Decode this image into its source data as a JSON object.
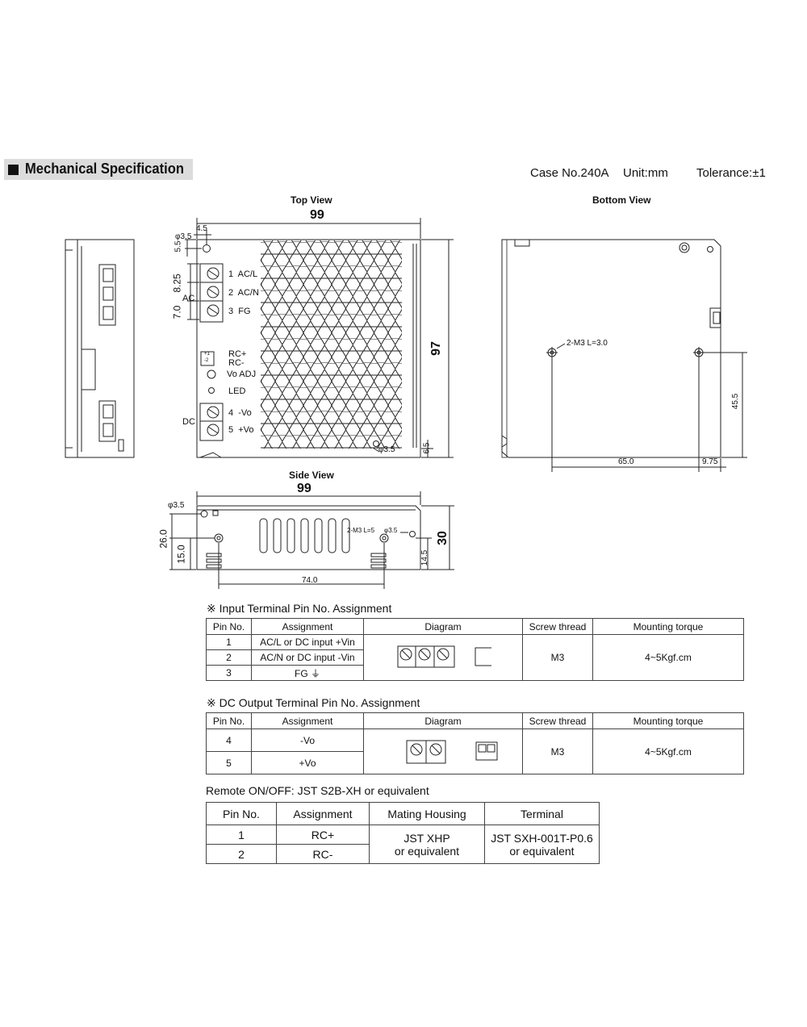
{
  "header": {
    "title": "Mechanical Specification",
    "case_no": "Case No.240A",
    "unit": "Unit:mm",
    "tolerance": "Tolerance:±1"
  },
  "top_view": {
    "title": "Top View",
    "width": "99",
    "height": "97",
    "dim_4_5": "4.5",
    "dim_phi35": "φ3.5",
    "dim_5_5": "5.5",
    "dim_8_25": "8.25",
    "dim_7_0": "7.0",
    "ac": "AC",
    "dc": "DC",
    "pins": [
      "1  AC/L",
      "2  AC/N",
      "3  FG",
      "4  -Vo",
      "5  +Vo"
    ],
    "rc_plus": "RC+",
    "rc_minus": "RC-",
    "vo_adj": "Vo ADJ",
    "led": "LED",
    "rc_small_1": "+1",
    "rc_small_2": "-2",
    "dim_phi35_bottom": "φ3.5",
    "dim_6_5": "6.5"
  },
  "bottom_view": {
    "title": "Bottom View",
    "screw_note": "2-M3 L=3.0",
    "dim_65": "65.0",
    "dim_975": "9.75",
    "dim_455": "45.5"
  },
  "side_view": {
    "title": "Side View",
    "width": "99",
    "dim_phi35": "φ3.5",
    "dim_26": "26.0",
    "dim_15": "15.0",
    "dim_74": "74.0",
    "dim_30": "30",
    "dim_145": "14.5",
    "screw_note": "2-M3 L=5",
    "screw_phi": "φ3.5"
  },
  "input_table": {
    "title": "※ Input Terminal Pin No.  Assignment",
    "headers": [
      "Pin No.",
      "Assignment",
      "Diagram",
      "Screw thread",
      "Mounting torque"
    ],
    "rows": [
      {
        "pin": "1",
        "assign": "AC/L or DC input  +Vin"
      },
      {
        "pin": "2",
        "assign": "AC/N or DC input -Vin"
      },
      {
        "pin": "3",
        "assign": "FG ⏚"
      }
    ],
    "screw": "M3",
    "torque": "4~5Kgf.cm"
  },
  "output_table": {
    "title": "※ DC Output Terminal Pin No.  Assignment",
    "headers": [
      "Pin No.",
      "Assignment",
      "Diagram",
      "Screw thread",
      "Mounting torque"
    ],
    "rows": [
      {
        "pin": "4",
        "assign": "-Vo"
      },
      {
        "pin": "5",
        "assign": "+Vo"
      }
    ],
    "screw": "M3",
    "torque": "4~5Kgf.cm"
  },
  "remote_table": {
    "title": "Remote ON/OFF: JST S2B-XH or equivalent",
    "headers": [
      "Pin No.",
      "Assignment",
      "Mating Housing",
      "Terminal"
    ],
    "rows": [
      {
        "pin": "1",
        "assign": "RC+"
      },
      {
        "pin": "2",
        "assign": "RC-"
      }
    ],
    "housing_1": "JST XHP",
    "housing_2": "or equivalent",
    "terminal_1": "JST SXH-001T-P0.6",
    "terminal_2": "or equivalent"
  }
}
